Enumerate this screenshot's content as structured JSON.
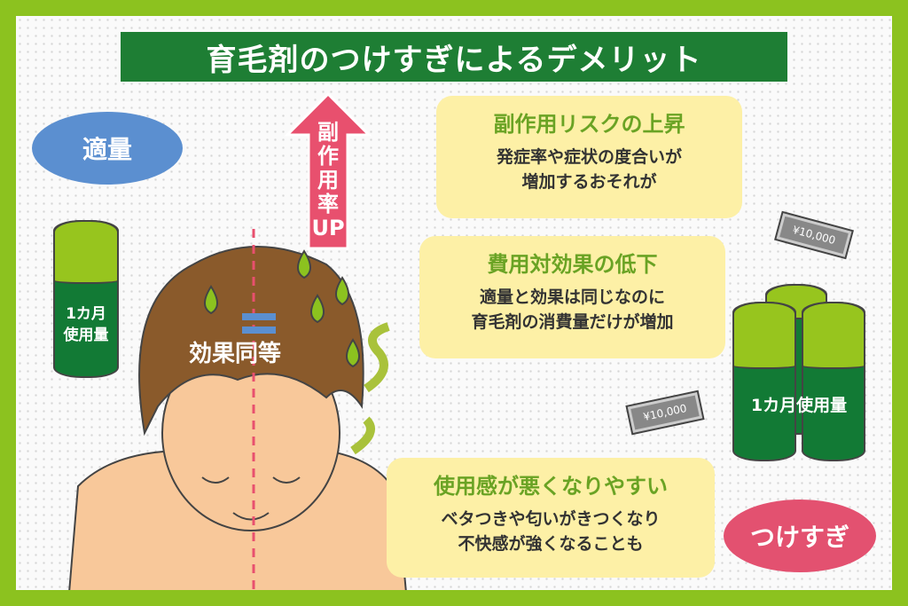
{
  "title": "育毛剤のつけすぎによるデメリット",
  "labels": {
    "proper": "適量",
    "excess": "つけすぎ",
    "equal_effect": "効果同等",
    "arrow": "副作用率UP",
    "can_left": [
      "1カ月",
      "使用量"
    ],
    "can_right": "1カ月使用量",
    "money": "¥10,000"
  },
  "bubbles": [
    {
      "heading": "副作用リスクの上昇",
      "lines": [
        "発症率や症状の度合いが",
        "増加するおそれが"
      ]
    },
    {
      "heading": "費用対効果の低下",
      "lines": [
        "適量と効果は同じなのに",
        "育毛剤の消費量だけが増加"
      ]
    },
    {
      "heading": "使用感が悪くなりやすい",
      "lines": [
        "ベタつきや匂いがきつくなり",
        "不快感が強くなることも"
      ]
    }
  ],
  "colors": {
    "frame": "#8cc21f",
    "title_bg": "#1e7e34",
    "heading": "#6aa324",
    "proper": "#5b8fd0",
    "excess": "#e35170",
    "arrow": "#e8506e"
  }
}
